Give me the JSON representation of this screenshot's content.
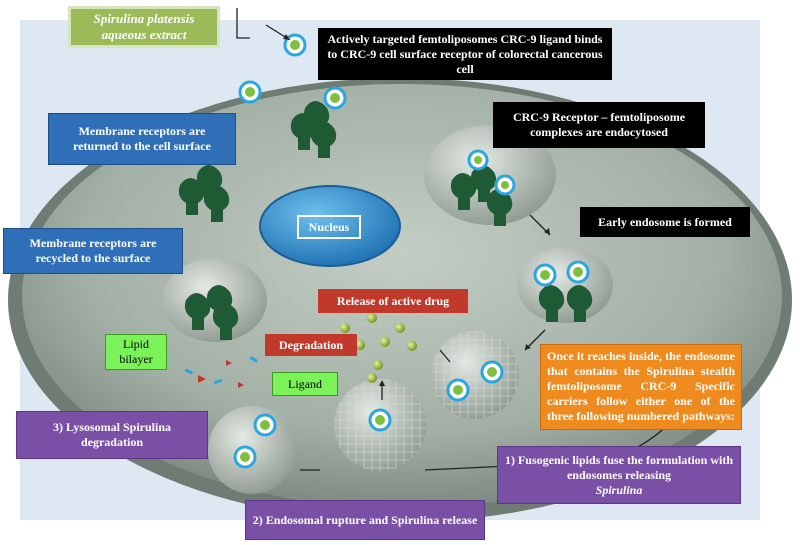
{
  "title_lines": [
    "Spirulina platensis",
    "aqueous extract"
  ],
  "nucleus": "Nucleus",
  "labels": {
    "targeted": "Actively targeted femtoliposomes CRC-9 ligand binds to CRC-9 cell surface receptor of colorectal cancerous cell",
    "endocytosed": "CRC-9 Receptor – femtoliposome complexes are endocytosed",
    "early_endosome": "Early endosome is formed",
    "returned": "Membrane receptors are returned to the cell surface",
    "recycled": "Membrane receptors are recycled to the surface",
    "release_drug": "Release of active drug",
    "degradation": "Degradation",
    "lipid_bilayer": "Lipid bilayer",
    "ligand": "Ligand",
    "lysosomal": "3) Lysosomal Spirulina degradation",
    "fusogenic_main": "1) Fusogenic lipids fuse the formulation  with endosomes releasing",
    "fusogenic_italic": "Spirulina",
    "rupture": "2) Endosomal rupture and Spirulina release",
    "once_inside": "Once it reaches inside, the endosome that contains the Spirulina stealth femtoliposome CRC-9 Specific carriers follow either one of the three following numbered pathways:"
  },
  "colors": {
    "cell_membrane": "#6f7c74",
    "cytoplasm": "#a9b5ab",
    "nucleus": "#2f8fd0",
    "receptor": "#1e5a33",
    "liposome_ring": "#2aa6e0",
    "liposome_core": "#7fbf3f",
    "background": "#dde8f3"
  }
}
